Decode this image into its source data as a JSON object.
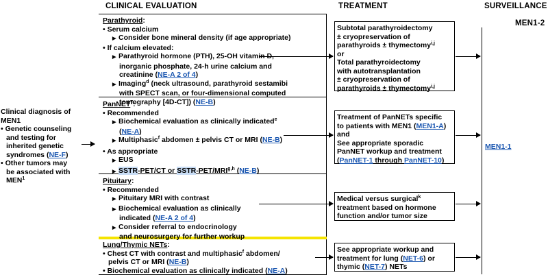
{
  "headers": {
    "clinical": "CLINICAL EVALUATION",
    "treatment": "TREATMENT",
    "surveillance": "SURVEILLANCE",
    "men_code": "MEN1-2"
  },
  "left": {
    "l1": "Clinical diagnosis of",
    "l2": "MEN1",
    "b1a": "Genetic counseling",
    "b1b": "and testing for",
    "b1c": "inherited genetic",
    "b1d_text": "syndromes (",
    "b1d_link": "NE-F",
    "b1d_end": ")",
    "b2a": "Other tumors may",
    "b2b": "be associated with",
    "b2c": "MEN",
    "b2c_sup": "1"
  },
  "parathyroid": {
    "title": "Parathyroid",
    "serum": "Serum calcium",
    "bone": "Consider bone mineral density (if age appropriate)",
    "if_elev": "If calcium elevated:",
    "pth1": "Parathyroid hormone (PTH), 25-OH vitamin D,",
    "pth2": "inorganic phosphate, 24-h urine calcium and",
    "pth3": "creatinine (",
    "pth3_link": "NE-A 2 of 4",
    "pth3_end": ")",
    "img1": "Imaging",
    "img1_sup": "d",
    "img1_rest": " (neck ultrasound, parathyroid sestamibi",
    "img2": "with SPECT scan, or four-dimensional computed",
    "img3": "tomography [4D-CT]) (",
    "img3_link": "NE-B",
    "img3_end": ")"
  },
  "parathyroid_tx": {
    "t1": "Subtotal parathyroidectomy",
    "t2": "± cryopreservation of",
    "t3": "parathyroids ± thymectomy",
    "t3_sup": "i,j",
    "t4": "or",
    "t5": "Total parathyroidectomy",
    "t6": "with autotransplantation",
    "t7": "± cryopreservation of",
    "t8": "parathyroids ± thymectomy",
    "t8_sup": "i,j"
  },
  "pannet": {
    "title": "PanNET",
    "title_sup": "7",
    "title_colon": ":",
    "rec": "Recommended",
    "bio1": "Biochemical evaluation as clinically indicated",
    "bio1_sup": "e",
    "bio2_open": "(",
    "bio2_link": "NE-A",
    "bio2_end": ")",
    "multi1": "Multiphasic",
    "multi1_sup": "f",
    "multi1_rest": " abdomen ± pelvis CT or MRI (",
    "multi1_link": "NE-B",
    "multi1_end": ")",
    "asapp": "As appropriate",
    "eus": "EUS",
    "sstr1": "SSTR",
    "sstr1_rest": "-PET/CT or ",
    "sstr2": "SSTR",
    "sstr2_rest": "-PET/MRI",
    "sstr2_sup": "g,h",
    "sstr2_open": " (",
    "sstr2_link": "NE-B",
    "sstr2_end": ")"
  },
  "pannet_tx": {
    "t1": "Treatment of PanNETs specific",
    "t2a": "to patients with MEN1 (",
    "t2_link": "MEN1-A",
    "t2_end": ")",
    "t3": "and",
    "t4": "See appropriate sporadic",
    "t5": "PanNET workup and treatment",
    "t6_open": "(",
    "t6_link1": "PanNET-1",
    "t6_mid": " through ",
    "t6_link2": "PanNET-10",
    "t6_end": ")"
  },
  "surveillance_link": "MEN1-1",
  "pituitary": {
    "title": "Pituitary",
    "title_colon": ":",
    "rec": "Recommended",
    "mri": "Pituitary MRI with contrast",
    "bio1": "Biochemical evaluation as clinically",
    "bio2": "indicated (",
    "bio2_link": "NE-A 2 of 4",
    "bio2_end": ")",
    "ref1": "Consider referral to endocrinology",
    "ref2": "and neurosurgery for further workup"
  },
  "pituitary_tx": {
    "t1": "Medical versus surgical",
    "t1_sup": "k",
    "t2": "treatment based on hormone",
    "t3": "function and/or tumor size"
  },
  "lung": {
    "title": "Lung/Thymic NETs",
    "title_colon": ":",
    "ct1": "Chest CT with contrast and multiphasic",
    "ct1_sup": "f",
    "ct1_rest": " abdomen/",
    "ct2": "pelvis CT or MRI (",
    "ct2_link": "NE-B",
    "ct2_end": ")",
    "bio": "Biochemical evaluation as clinically indicated (",
    "bio_link": "NE-A",
    "bio_end": ")"
  },
  "lung_tx": {
    "t1": "See appropriate workup and",
    "t2a": "treatment for lung (",
    "t2_link": "NET-6",
    "t2_end": ") or",
    "t3a": "thymic (",
    "t3_link": "NET-7",
    "t3_end": ") NETs"
  }
}
